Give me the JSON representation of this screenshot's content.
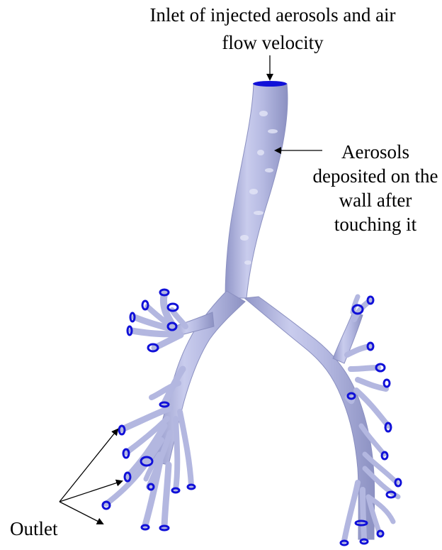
{
  "labels": {
    "inlet_line1": "Inlet of injected aerosols and air",
    "inlet_line2": "flow velocity",
    "aerosols_line1": "Aerosols",
    "aerosols_line2": "deposited on the",
    "aerosols_line3": "wall after",
    "aerosols_line4": "touching it",
    "outlet": "Outlet"
  },
  "colors": {
    "airway_fill": "#b9bde3",
    "airway_shade": "#8f94c4",
    "airway_highlight": "#e4e6f7",
    "outlet_marker": "#1010d8",
    "annotation_arrow": "#000000"
  }
}
